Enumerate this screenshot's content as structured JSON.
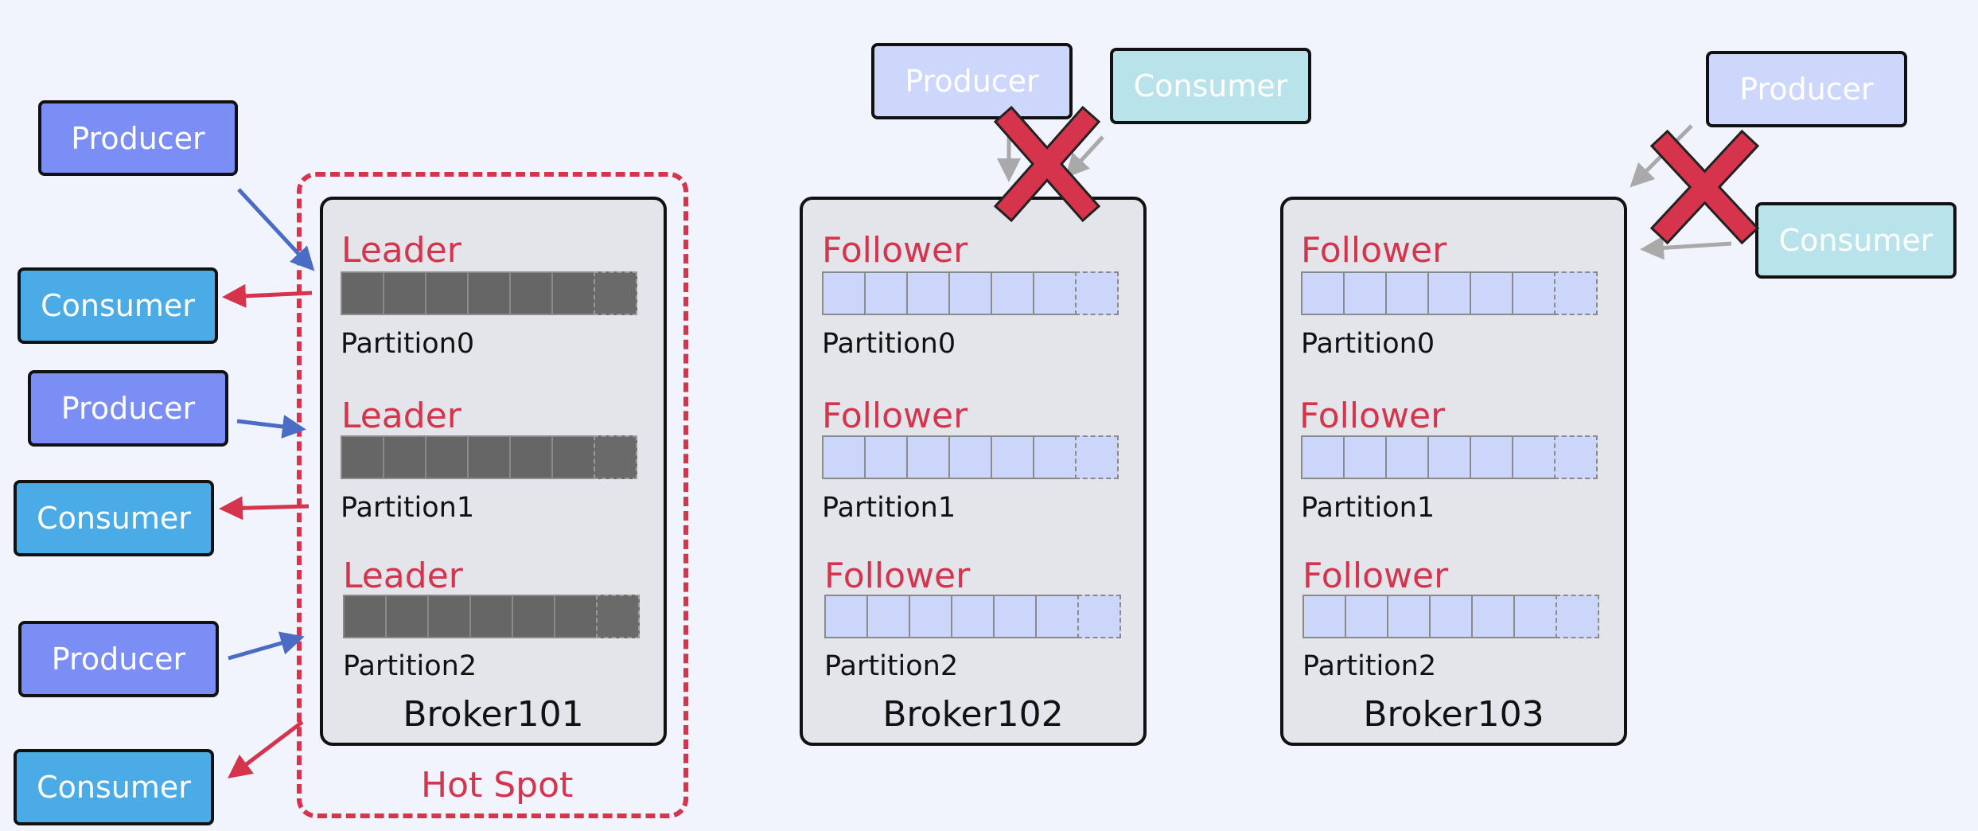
{
  "colors": {
    "background": "#f1f4fd",
    "producer": "#7b8ef5",
    "consumer": "#4aabe6",
    "producer_faded": "#cdd6fb",
    "consumer_faded": "#b9e3ea",
    "leader_text": "#d6334c",
    "hotspot_border": "#d6334c",
    "write_arrow": "#4a6cc7",
    "read_arrow": "#d6334c",
    "inactive_arrow": "#a9a9a9",
    "blocked_cross": "#d6334c"
  },
  "clients_left": [
    {
      "type": "producer",
      "label": "Producer"
    },
    {
      "type": "consumer",
      "label": "Consumer"
    },
    {
      "type": "producer",
      "label": "Producer"
    },
    {
      "type": "consumer",
      "label": "Consumer"
    },
    {
      "type": "producer",
      "label": "Producer"
    },
    {
      "type": "consumer",
      "label": "Consumer"
    }
  ],
  "clients_blocked": [
    {
      "broker": "Broker102",
      "producer": "Producer",
      "consumer": "Consumer",
      "blocked_icon": "cross-icon"
    },
    {
      "broker": "Broker103",
      "producer": "Producer",
      "consumer": "Consumer",
      "blocked_icon": "cross-icon"
    }
  ],
  "brokers": [
    {
      "name": "Broker101",
      "partitions": [
        {
          "role": "Leader",
          "label": "Partition0"
        },
        {
          "role": "Leader",
          "label": "Partition1"
        },
        {
          "role": "Leader",
          "label": "Partition2"
        }
      ]
    },
    {
      "name": "Broker102",
      "partitions": [
        {
          "role": "Follower",
          "label": "Partition0"
        },
        {
          "role": "Follower",
          "label": "Partition1"
        },
        {
          "role": "Follower",
          "label": "Partition2"
        }
      ]
    },
    {
      "name": "Broker103",
      "partitions": [
        {
          "role": "Follower",
          "label": "Partition0"
        },
        {
          "role": "Follower",
          "label": "Partition1"
        },
        {
          "role": "Follower",
          "label": "Partition2"
        }
      ]
    }
  ],
  "hotspot_label": "Hot Spot"
}
